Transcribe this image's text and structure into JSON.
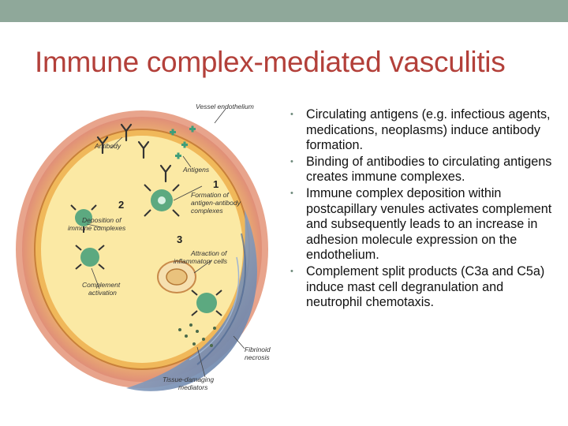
{
  "slide": {
    "title": "Immune complex-mediated vasculitis"
  },
  "figure": {
    "labels": {
      "vessel_endothelium": "Vessel endothelium",
      "antibody": "Antibody",
      "antigens": "Antigens",
      "step1_label": "Formation of antigen-antibody complexes",
      "step2_label": "Deposition of immune complexes",
      "step3_label": "Attraction of inflammatory cells",
      "complement_activation": "Complement activation",
      "fibrinoid_necrosis": "Fibrinoid necrosis",
      "tissue_damaging_mediators": "Tissue-damaging mediators",
      "num1": "1",
      "num2": "2",
      "num3": "3"
    },
    "colors": {
      "wall_outer": "#e8a48c",
      "wall_inner": "#f2c36a",
      "lumen": "#fbe9a4",
      "complex_green": "#3f9e7a",
      "fibrinoid_blue": "#7d94b8"
    }
  },
  "bullets": [
    {
      "text": "Circulating antigens (e.g. infectious agents, medications, neoplasms) induce antibody formation."
    },
    {
      "text": "Binding of antibodies to circulating antigens creates immune complexes."
    },
    {
      "text": "Immune complex deposition within postcapillary venules activates complement and subsequently leads to an increase in adhesion molecule expression on the endothelium."
    },
    {
      "text": "Complement split products (C3a and C5a) induce mast cell degranulation and neutrophil chemotaxis."
    }
  ],
  "bullet_glyph": "•"
}
